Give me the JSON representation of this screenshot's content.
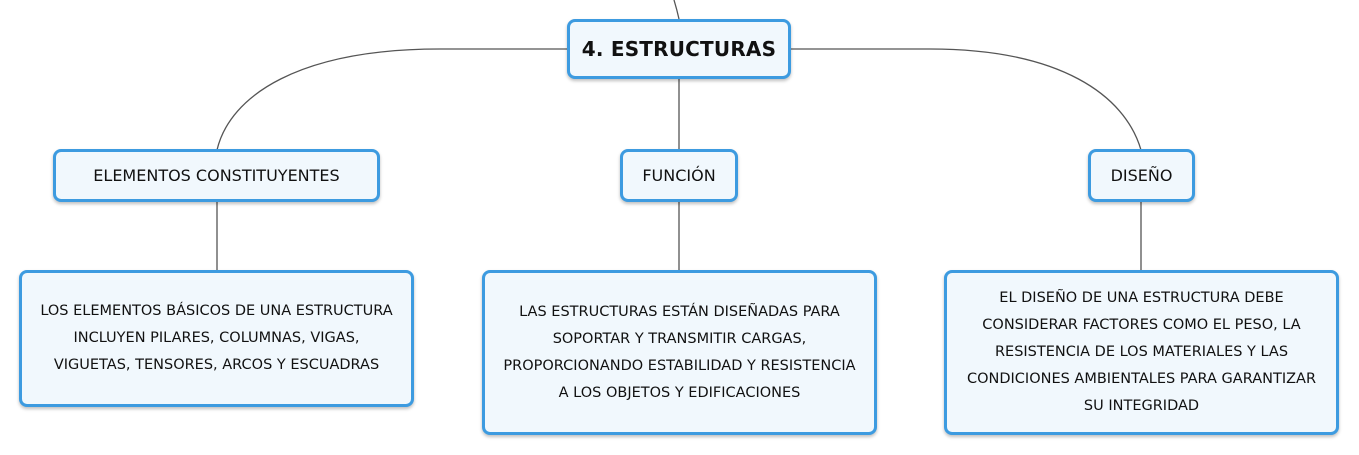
{
  "root": {
    "label": "4. ESTRUCTURAS"
  },
  "branches": [
    {
      "label": "ELEMENTOS CONSTITUYENTES",
      "detail": "LOS ELEMENTOS BÁSICOS DE UNA ESTRUCTURA INCLUYEN PILARES, COLUMNAS, VIGAS, VIGUETAS, TENSORES, ARCOS Y ESCUADRAS"
    },
    {
      "label": "FUNCIÓN",
      "detail": "LAS ESTRUCTURAS ESTÁN DISEÑADAS PARA SOPORTAR Y TRANSMITIR CARGAS, PROPORCIONANDO ESTABILIDAD Y RESISTENCIA A LOS OBJETOS Y EDIFICACIONES"
    },
    {
      "label": "DISEÑO",
      "detail": "EL DISEÑO DE UNA ESTRUCTURA DEBE CONSIDERAR FACTORES COMO EL PESO, LA RESISTENCIA DE LOS MATERIALES Y LAS CONDICIONES AMBIENTALES PARA GARANTIZAR SU INTEGRIDAD"
    }
  ],
  "colors": {
    "border": "#3d9be0",
    "fill": "#f1f8fd",
    "connector": "#555555"
  }
}
